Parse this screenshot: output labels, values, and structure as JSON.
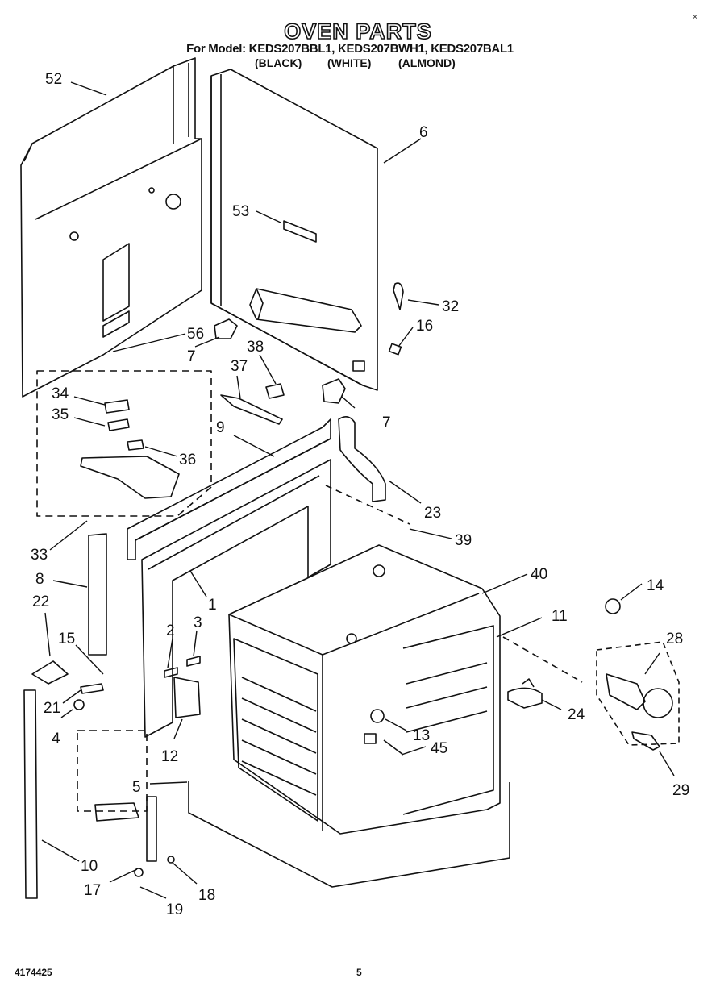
{
  "header": {
    "title": "OVEN PARTS",
    "models": "For Model: KEDS207BBL1, KEDS207BWH1, KEDS207BAL1",
    "colors": [
      "(BLACK)",
      "(WHITE)",
      "(ALMOND)"
    ]
  },
  "footer": {
    "doc_number": "4174425",
    "page_number": "5"
  },
  "corner_mark": "×",
  "parts": [
    "52",
    "6",
    "53",
    "32",
    "16",
    "56",
    "7",
    "38",
    "37",
    "34",
    "35",
    "36",
    "9",
    "7",
    "23",
    "39",
    "33",
    "40",
    "14",
    "8",
    "22",
    "1",
    "11",
    "28",
    "2",
    "3",
    "15",
    "21",
    "24",
    "4",
    "12",
    "13",
    "45",
    "5",
    "29",
    "10",
    "17",
    "18",
    "19"
  ]
}
